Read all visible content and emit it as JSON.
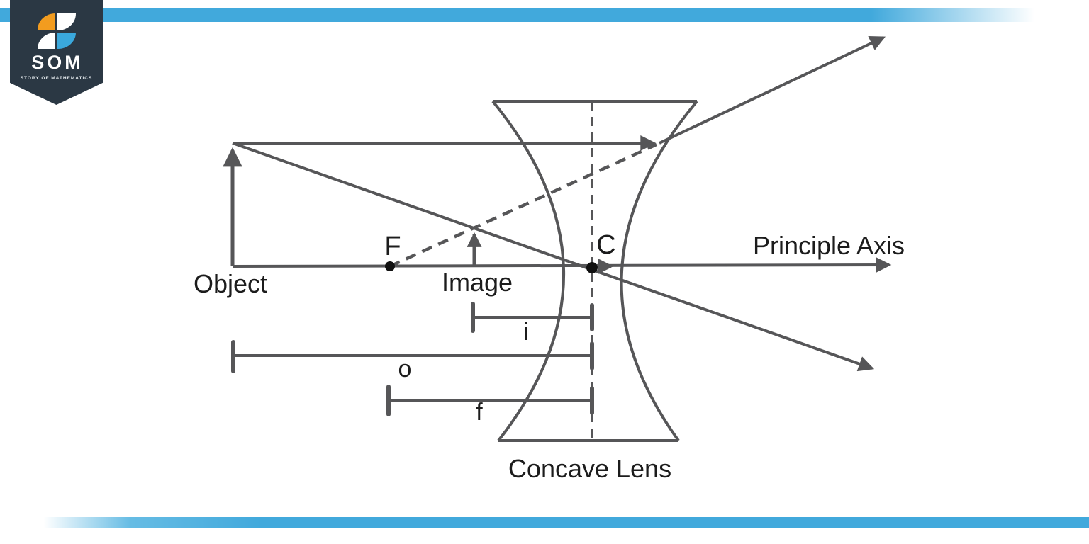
{
  "header": {
    "top_bar_color": "#41a9dc",
    "logo": {
      "text": "SOM",
      "subtitle": "STORY OF MATHEMATICS",
      "badge_color": "#2b3844",
      "icon_colors": {
        "orange": "#f29c1f",
        "blue": "#3aa8dc",
        "white": "#ffffff"
      }
    }
  },
  "footer": {
    "bar_color": "#41a9dc"
  },
  "diagram": {
    "title": "Concave Lens",
    "labels": {
      "object": "Object",
      "image": "Image",
      "focal_point": "F",
      "center": "C",
      "principal_axis": "Principle Axis",
      "image_distance": "i",
      "object_distance": "o",
      "focal_length": "f"
    },
    "colors": {
      "line": "#565658",
      "text": "#1c1c1c",
      "dot": "#111111"
    }
  }
}
